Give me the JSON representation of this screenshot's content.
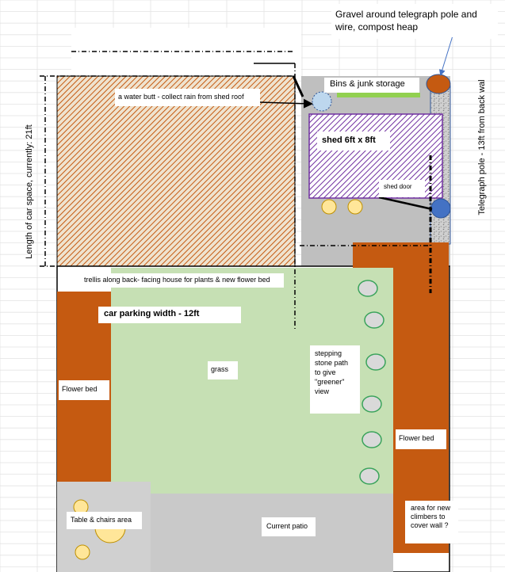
{
  "labels": {
    "gravel_note": "Gravel around telegraph pole and wire, compost heap",
    "bins": "Bins & junk storage",
    "water_butt": "a water butt - collect rain from shed roof",
    "shed": "shed  6ft x 8ft",
    "shed_door": "shed door",
    "trellis": "trellis along back- facing house for plants & new flower bed",
    "car_parking_width": "car parking width - 12ft",
    "grass": "grass",
    "stepping_stone": "stepping stone path to give \"greener\" view",
    "flower_bed_left": "Flower bed",
    "flower_bed_right": "Flower bed",
    "table_chairs": "Table & chairs area",
    "current_patio": "Current patio",
    "climbers": "area for new climbers to cover wall ?",
    "length_car_space": "Length of car space, currently: 21ft",
    "telegraph_pole": "Telegraph pole - 13ft from back wal"
  },
  "colors": {
    "grass": "#c6e0b4",
    "flower_bed": "#c55a11",
    "patio": "#c9c9c9",
    "path": "#bfbfbf",
    "stepping_stone": "#d9d9d9",
    "stone_border": "#3aa35b",
    "chairs": "#ffe699",
    "pole": "#4472c4",
    "compost": "#c55a11",
    "water_butt": "#bdd7ee",
    "shed_stripe": "#7030a0",
    "car_stripe": "#c55a11",
    "bins_bar": "#92d050"
  }
}
